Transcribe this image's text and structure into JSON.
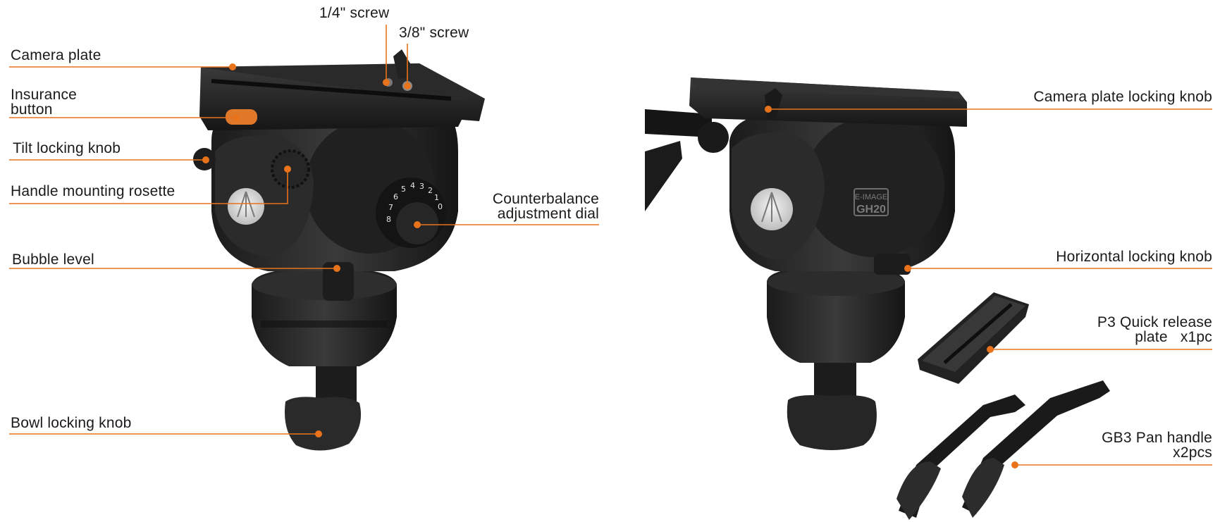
{
  "accent_color": "#e8731a",
  "product_views": {
    "front": {
      "model_badge_top": "E-IMAGE",
      "model_badge_bottom": "GH20",
      "dial_numbers": [
        "8",
        "7",
        "6",
        "5",
        "4",
        "3",
        "2",
        "1",
        "0"
      ]
    }
  },
  "left_labels": {
    "screw_quarter": "1/4\" screw",
    "screw_three_eighths": "3/8\" screw",
    "camera_plate": "Camera plate",
    "insurance_button_1": "Insurance",
    "insurance_button_2": "button",
    "tilt_locking_knob": "Tilt locking knob",
    "handle_mounting_rosette": "Handle mounting rosette",
    "counterbalance_1": "Counterbalance",
    "counterbalance_2": "adjustment dial",
    "bubble_level": "Bubble level",
    "bowl_locking_knob": "Bowl locking knob"
  },
  "right_labels": {
    "camera_plate_locking_knob": "Camera plate locking knob",
    "horizontal_locking_knob": "Horizontal locking knob",
    "p3_plate_1": "P3 Quick release",
    "p3_plate_2": "plate   x1pc",
    "gb3_handle_1": "GB3 Pan handle",
    "gb3_handle_2": "x2pcs"
  }
}
